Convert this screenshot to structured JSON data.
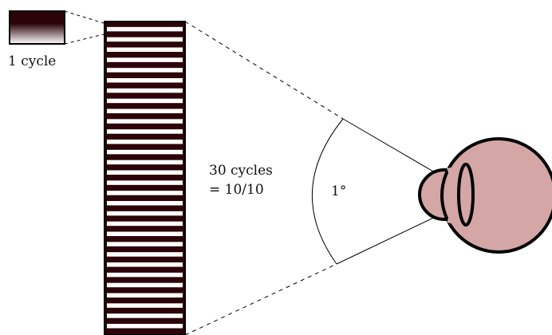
{
  "diagram": {
    "one_cycle_label": "1 cycle",
    "cycles_line_1": "30 cycles",
    "cycles_line_2": "= 10/10",
    "angle_label": "1°",
    "cycle_count": 30
  },
  "colors": {
    "stripe_dark": "#2b0308",
    "stripe_light": "#ffffff",
    "eye_fill": "#d4a6a6",
    "outline": "#000000",
    "line": "#000000"
  },
  "icons": {
    "eye": "eye-icon"
  }
}
